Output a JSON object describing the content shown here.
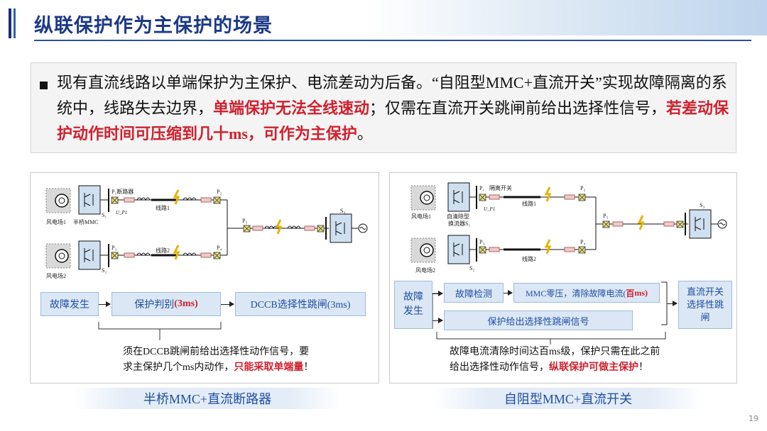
{
  "header": {
    "title": "纵联保护作为主保护的场景"
  },
  "intro": {
    "seg1": "现有直流线路以单端保护为主保护、电流差动为后备。“自阻型MMC+直流开关”实现故障隔离的系统中，线路失去边界，",
    "red1": "单端保护无法全线速动",
    "seg2": "；仅需在直流开关跳闸前给出选择性信号，",
    "red2": "若差动保护动作时间可压缩到几十ms，可作为主保护",
    "seg3": "。"
  },
  "left": {
    "diagram": {
      "p1": "P₁断路器",
      "p2": "P₂",
      "p3": "P₃",
      "p4": "P₄",
      "p5": "P₅",
      "s1": "S₁",
      "s2": "S₂",
      "s3": "S₃",
      "up1": "U_P1",
      "line1": "线路1",
      "line2": "线路2",
      "wf1": "风电场1",
      "mmc": "半桥MMC",
      "wf2": "风电场2"
    },
    "flow": {
      "b1": "故障发生",
      "b2_pre": "保护判别",
      "b2_red": "(3ms)",
      "b3": "DCCB选择性跳闸(3ms)"
    },
    "note": {
      "line1": "须在DCCB跳闸前给出选择性动作信号，要",
      "line2_pre": "求主保护几个ms内动作，",
      "line2_red": "只能采取单端量",
      "line2_end": "！"
    },
    "caption": "半桥MMC+直流断路器"
  },
  "right": {
    "diagram": {
      "p1": "P₁",
      "isol": "隔离开关",
      "p2": "P₂",
      "p3": "P₃",
      "p4": "P₄",
      "p5": "P₅",
      "s1": "S₁",
      "s2": "S₂",
      "s3": "S₃",
      "up1": "U_P1",
      "line1": "线路1",
      "line2": "线路2",
      "wf1": "风电场1",
      "conv_a": "自清除型",
      "conv_b": "换流器S₁",
      "wf2": "风电场2"
    },
    "flow": {
      "b1": "故障发生",
      "b2": "故障检测",
      "b3_pre": "MMC零压，清除故障电流(",
      "b3_red": "百",
      "b3_end": "ms)",
      "b4": "保护给出选择性跳闸信号",
      "b5": "直流开关选择性跳闸"
    },
    "note": {
      "line1": "故障电流清除时间达百ms级，保护只需在此之前",
      "line2_pre": "给出选择性动作信号，",
      "line2_red": "纵联保护可做主保护",
      "line2_end": "！"
    },
    "caption": "自阻型MMC+直流开关"
  },
  "page": {
    "number": "19"
  },
  "colors": {
    "title_blue": "#1d3a87",
    "accent_red": "#d1202e",
    "box_fill": "#dbe7f4",
    "box_text": "#1f4ea3"
  }
}
